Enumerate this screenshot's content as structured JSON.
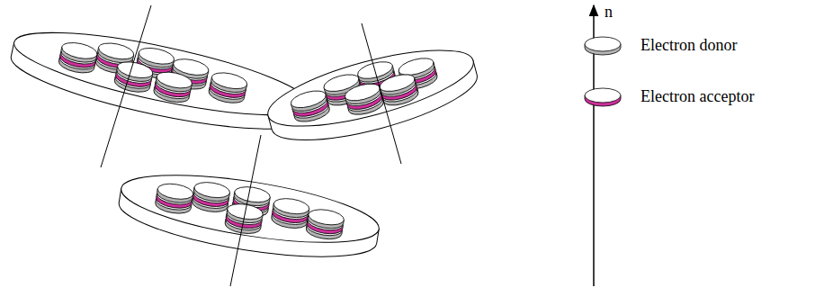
{
  "diagram": {
    "labels": [
      "n"
    ],
    "legend": [
      {
        "text": "Electron donor"
      },
      {
        "text": "Electron acceptor"
      }
    ]
  }
}
